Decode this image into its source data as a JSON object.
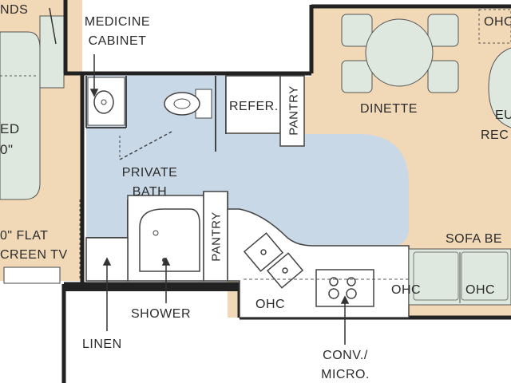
{
  "colors": {
    "floor_tan": "#f1d9b8",
    "bath_blue": "#c9d8e6",
    "furniture_green": "#dfe8df",
    "fixture_white": "#ffffff",
    "wall": "#222222"
  },
  "labels": {
    "nds": "NDS",
    "medicine_cabinet_1": "MEDICINE",
    "medicine_cabinet_2": "CABINET",
    "bed_1": "ED",
    "bed_2": "0\"",
    "refer": "REFER.",
    "pantry_top": "PANTRY",
    "dinette": "DINETTE",
    "ohc_top": "OHC",
    "eu_1": "EU",
    "eu_2": "REC",
    "private_bath_1": "PRIVATE",
    "private_bath_2": "BATH",
    "pantry_mid": "PANTRY",
    "tv_1": "0\" FLAT",
    "tv_2": "CREEN TV",
    "sofa": "SOFA BE",
    "ohc_left": "OHC",
    "ohc_mid": "OHC",
    "ohc_right": "OHC",
    "shower": "SHOWER",
    "linen": "LINEN",
    "conv_1": "CONV./",
    "conv_2": "MICRO."
  }
}
